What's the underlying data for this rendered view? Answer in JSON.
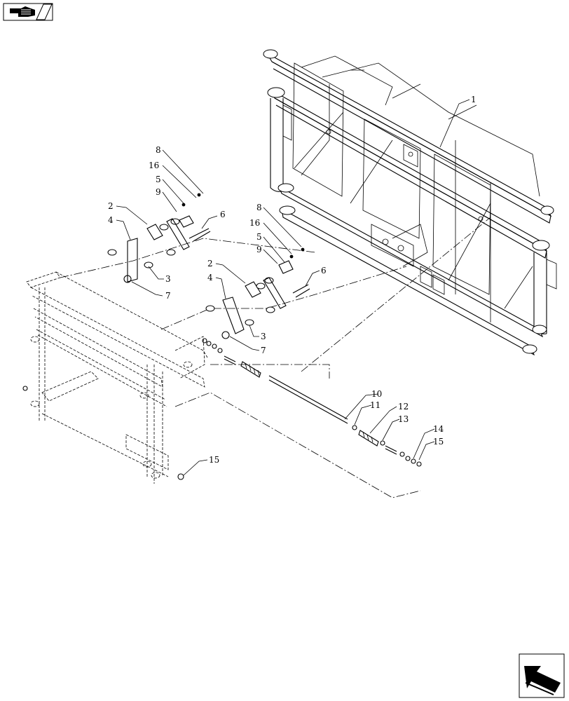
{
  "nav": {
    "prev_icon": "hand-pointing-left-icon",
    "next_icon": "arrow-pointing-up-left-icon"
  },
  "callouts": [
    {
      "id": "c1",
      "label": "1"
    },
    {
      "id": "c2a",
      "label": "2"
    },
    {
      "id": "c4a",
      "label": "4"
    },
    {
      "id": "c8a",
      "label": "8"
    },
    {
      "id": "c16a",
      "label": "16"
    },
    {
      "id": "c5a",
      "label": "5"
    },
    {
      "id": "c9a",
      "label": "9"
    },
    {
      "id": "c6a",
      "label": "6"
    },
    {
      "id": "c3a",
      "label": "3"
    },
    {
      "id": "c7a",
      "label": "7"
    },
    {
      "id": "c8b",
      "label": "8"
    },
    {
      "id": "c16b",
      "label": "16"
    },
    {
      "id": "c5b",
      "label": "5"
    },
    {
      "id": "c9b",
      "label": "9"
    },
    {
      "id": "c2b",
      "label": "2"
    },
    {
      "id": "c4b",
      "label": "4"
    },
    {
      "id": "c6b",
      "label": "6"
    },
    {
      "id": "c3b",
      "label": "3"
    },
    {
      "id": "c7b",
      "label": "7"
    },
    {
      "id": "c10",
      "label": "10"
    },
    {
      "id": "c11",
      "label": "11"
    },
    {
      "id": "c12",
      "label": "12"
    },
    {
      "id": "c13",
      "label": "13"
    },
    {
      "id": "c14",
      "label": "14"
    },
    {
      "id": "c15a",
      "label": "15"
    },
    {
      "id": "c15b",
      "label": "15"
    }
  ]
}
